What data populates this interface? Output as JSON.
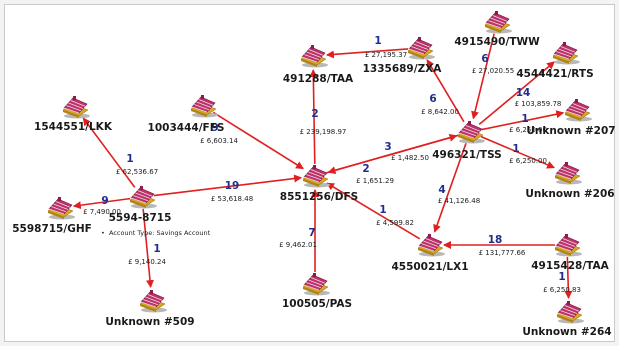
{
  "colors": {
    "edge": "#e02020",
    "count": "#1f2e8c",
    "icon_roof": "#c0306a",
    "icon_base": "#d9a521"
  },
  "nodes": [
    {
      "id": "491288",
      "label": "491288/TAA",
      "icon": "house-icon"
    },
    {
      "id": "1335689",
      "label": "1335689/ZXA",
      "icon": "house-icon"
    },
    {
      "id": "4915490",
      "label": "4915490/TWW",
      "icon": "house-icon"
    },
    {
      "id": "4544421",
      "label": "4544421/RTS",
      "icon": "house-icon"
    },
    {
      "id": "1003444",
      "label": "1003444/FFS",
      "icon": "house-icon"
    },
    {
      "id": "1544551",
      "label": "1544551/LKK",
      "icon": "house-icon"
    },
    {
      "id": "u207",
      "label": "Unknown #207",
      "icon": "house-icon"
    },
    {
      "id": "496321",
      "label": "496321/TSS",
      "icon": "house-icon"
    },
    {
      "id": "8551256",
      "label": "8551256/DFS",
      "icon": "house-icon"
    },
    {
      "id": "u206",
      "label": "Unknown #206",
      "icon": "house-icon"
    },
    {
      "id": "5598715",
      "label": "5598715/GHF",
      "icon": "house-icon"
    },
    {
      "id": "5594",
      "label": "5594-8715",
      "icon": "house-icon"
    },
    {
      "id": "4550021",
      "label": "4550021/LX1",
      "icon": "house-icon"
    },
    {
      "id": "4915428",
      "label": "4915428/TAA",
      "icon": "house-icon"
    },
    {
      "id": "100505",
      "label": "100505/PAS",
      "icon": "house-icon"
    },
    {
      "id": "u509",
      "label": "Unknown #509",
      "icon": "house-icon"
    },
    {
      "id": "u264",
      "label": "Unknown #264",
      "icon": "house-icon"
    }
  ],
  "edges": [
    {
      "from": "1335689",
      "to": "491288",
      "count": "1",
      "amount": "£ 27,195.37"
    },
    {
      "from": "8551256",
      "to": "491288",
      "count": "2",
      "amount": "£ 239,198.97"
    },
    {
      "from": "496321",
      "to": "1335689",
      "count": "6",
      "amount": "£ 8,642.00"
    },
    {
      "from": "4915490",
      "to": "496321",
      "count": "6",
      "amount": "£ 27,020.55"
    },
    {
      "from": "496321",
      "to": "4544421",
      "count": "14",
      "amount": "£ 103,859.78"
    },
    {
      "from": "496321",
      "to": "u207",
      "count": "1",
      "amount": "£ 6,250.00"
    },
    {
      "from": "496321",
      "to": "u206",
      "count": "1",
      "amount": "£ 6,250.00"
    },
    {
      "from": "1003444",
      "to": "8551256",
      "count": "9",
      "amount": "£ 6,603.14"
    },
    {
      "from": "8551256",
      "to": "496321",
      "count": "3",
      "amount": "£ 1,482.50"
    },
    {
      "from": "496321",
      "to": "8551256",
      "count": "2",
      "amount": "£ 1,651.29"
    },
    {
      "from": "496321",
      "to": "4550021",
      "count": "4",
      "amount": "£ 41,126.48"
    },
    {
      "from": "4550021",
      "to": "8551256",
      "count": "1",
      "amount": "£ 4,599.82"
    },
    {
      "from": "4915428",
      "to": "4550021",
      "count": "18",
      "amount": "£ 131,777.66"
    },
    {
      "from": "4915428",
      "to": "u264",
      "count": "1",
      "amount": "£ 6,250.83"
    },
    {
      "from": "100505",
      "to": "8551256",
      "count": "7",
      "amount": "£ 9,462.01"
    },
    {
      "from": "5594",
      "to": "8551256",
      "count": "19",
      "amount": "£ 53,618.48"
    },
    {
      "from": "5594",
      "to": "1544551",
      "count": "1",
      "amount": "£ 62,536.67"
    },
    {
      "from": "5594",
      "to": "5598715",
      "count": "9",
      "amount": "£ 7,490.00"
    },
    {
      "from": "5594",
      "to": "u509",
      "count": "1",
      "amount": "£ 9,140.24"
    }
  ],
  "tooltip": {
    "bullet": "•",
    "text": "Account Type: Savings Account"
  }
}
